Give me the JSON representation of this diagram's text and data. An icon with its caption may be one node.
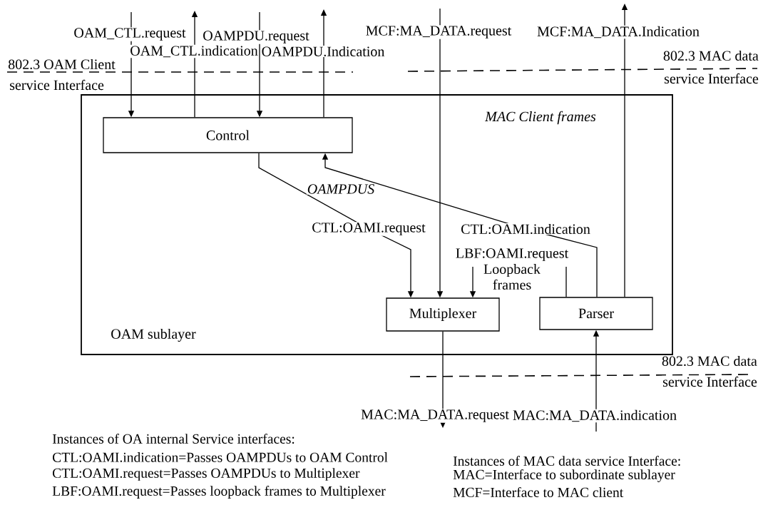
{
  "diagram": {
    "nodes": [
      {
        "text": [
          "OAM sublayer"
        ]
      },
      {
        "text": [
          "Control"
        ],
        "in": 0
      },
      {
        "text": [
          "Multiplexer"
        ],
        "in": 0
      },
      {
        "text": [
          "Parser"
        ],
        "in": 0
      }
    ],
    "edges": [
      {
        "from": null,
        "to": 1,
        "arrow": "to",
        "label": "OAM_CTL.request"
      },
      {
        "from": 1,
        "to": null,
        "arrow": "to",
        "label": "OAM_CTL.indication"
      },
      {
        "from": null,
        "to": 1,
        "arrow": "to",
        "label": "OAMPDU.request"
      },
      {
        "from": 1,
        "to": null,
        "arrow": "to",
        "label": "OAMPDU.Indication"
      },
      {
        "from": null,
        "to": 2,
        "arrow": "to",
        "label": "MCF:MA_DATA.request"
      },
      {
        "from": 3,
        "to": null,
        "arrow": "to",
        "label": "MCF:MA_DATA.Indication"
      },
      {
        "from": 1,
        "to": 2,
        "arrow": "to",
        "label": "CTL:OAMI.request"
      },
      {
        "from": 3,
        "to": 1,
        "arrow": "to",
        "label": "CTL:OAMI.indication"
      },
      {
        "from": null,
        "to": 2,
        "arrow": "to",
        "label": "LBF:OAMI.request"
      },
      {
        "from": 3,
        "to": null,
        "arrow": "none"
      },
      {
        "from": 2,
        "to": null,
        "arrow": "to",
        "label": "MAC:MA_DATA.request"
      },
      {
        "from": null,
        "to": 3,
        "arrow": "to",
        "label": "MAC:MA_DATA.indication"
      }
    ],
    "labels": [
      "802.3 OAM Client",
      "service Interface",
      "802.3 MAC data",
      "service Interface",
      "MAC Client frames",
      "OAMPDUS",
      "Loopback frames",
      "802.3 MAC data",
      "service Interface",
      "Instances of OA internal Service interfaces:",
      "CTL:OAMI.indication=Passes OAMPDUs to OAM Control",
      "CTL:OAMI.request=Passes OAMPDUs to Multiplexer",
      "LBF:OAMI.request=Passes loopback frames to Multiplexer",
      "Instances of MAC data service Interface:",
      "MAC=Interface to subordinate sublayer",
      "MCF=Interface to MAC client"
    ]
  }
}
